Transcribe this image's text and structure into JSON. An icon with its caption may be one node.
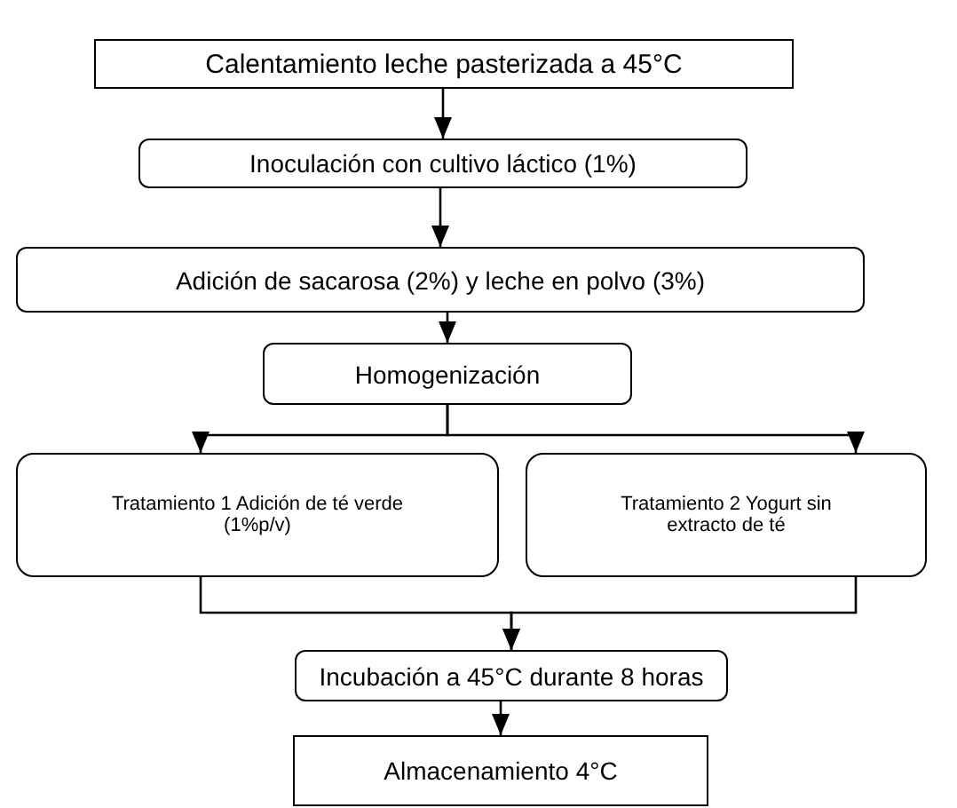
{
  "diagram": {
    "nodes": [
      {
        "text": [
          "Calentamiento leche pasterizada a 45°C"
        ]
      },
      {
        "text": [
          "Inoculación con cultivo láctico (1%)"
        ]
      },
      {
        "text": [
          "Adición de sacarosa (2%) y leche en polvo (3%)"
        ]
      },
      {
        "text": [
          "Homogenización"
        ]
      },
      {
        "text": [
          "Tratamiento 1 Adición de té verde (1%p/v)"
        ]
      },
      {
        "text": [
          "Tratamiento 2 Yogurt sin extracto de té"
        ]
      },
      {
        "text": [
          "Incubación a 45°C durante 8 horas"
        ]
      },
      {
        "text": [
          "Almacenamiento 4°C"
        ]
      }
    ],
    "edges": [
      {
        "from": 0,
        "to": 1,
        "arrow": "to"
      },
      {
        "from": 1,
        "to": 2,
        "arrow": "to"
      },
      {
        "from": 2,
        "to": 3,
        "arrow": "to"
      },
      {
        "from": 3,
        "to": 4,
        "arrow": "to"
      },
      {
        "from": 3,
        "to": 5,
        "arrow": "to"
      },
      {
        "from": 4,
        "to": 6,
        "arrow": "to"
      },
      {
        "from": 5,
        "to": 6,
        "arrow": "to"
      },
      {
        "from": 6,
        "to": 7,
        "arrow": "to"
      }
    ]
  }
}
